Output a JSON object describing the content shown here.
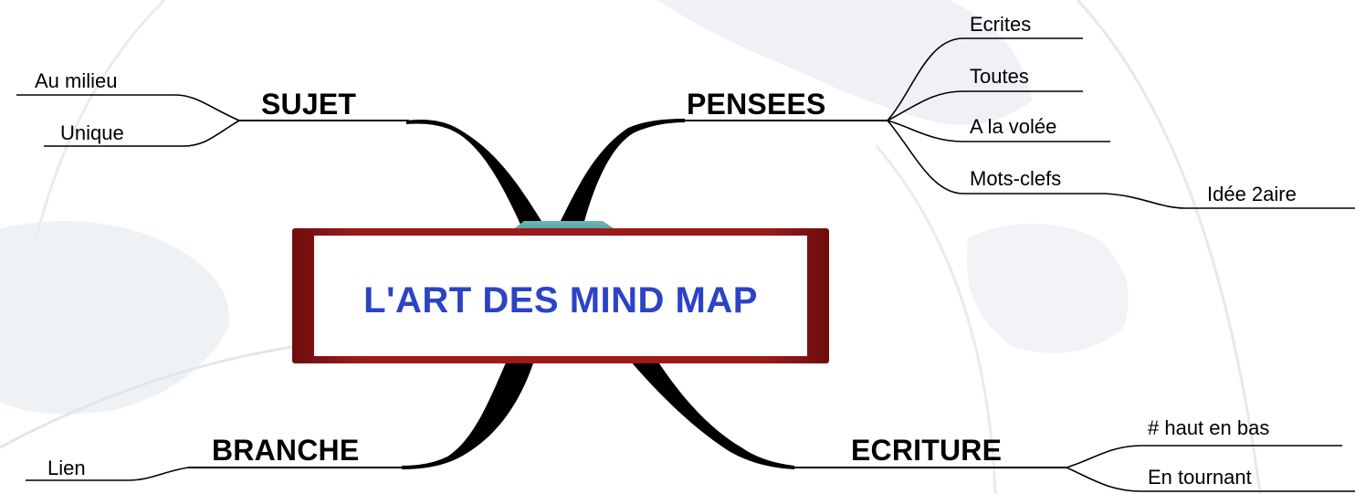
{
  "center": {
    "title": "L'ART DES MIND MAP"
  },
  "branches": {
    "sujet": {
      "label": "SUJET",
      "children": [
        "Au milieu",
        "Unique"
      ]
    },
    "pensees": {
      "label": "PENSEES",
      "children": [
        "Ecrites",
        "Toutes",
        "A la volée",
        "Mots-clefs"
      ],
      "secondary": "Idée 2aire"
    },
    "branche": {
      "label": "BRANCHE",
      "children": [
        "Lien"
      ]
    },
    "ecriture": {
      "label": "ECRITURE",
      "children": [
        "# haut en bas",
        "En tournant"
      ]
    }
  },
  "colors": {
    "title_blue": "#2b44c6",
    "frame_red": "#8c1313",
    "cap_teal": "#4a9a97",
    "background_shape": "#e9edf2",
    "background_line": "#d8dde6"
  }
}
